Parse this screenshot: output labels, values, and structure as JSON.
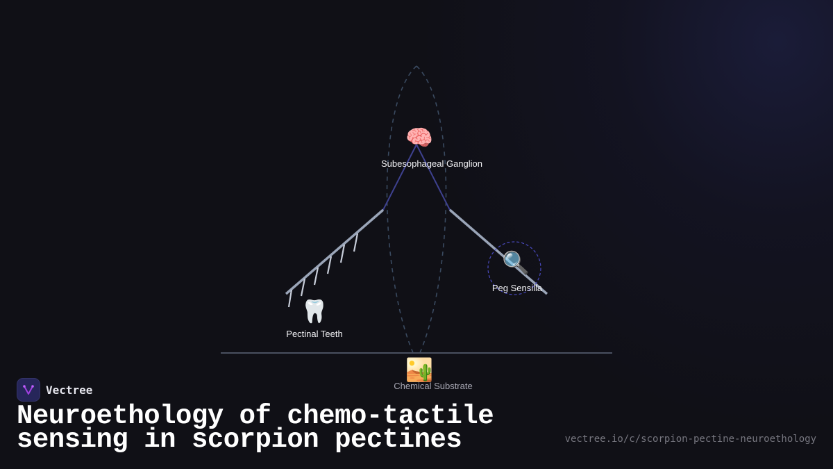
{
  "diagram": {
    "nodes": [
      {
        "id": "ganglion",
        "label": "Subesophageal Ganglion",
        "icon": "brain-icon",
        "glyph": "🧠"
      },
      {
        "id": "teeth",
        "label": "Pectinal Teeth",
        "icon": "tooth-icon",
        "glyph": "🦷"
      },
      {
        "id": "sensilla",
        "label": "Peg Sensilla",
        "icon": "magnifier-icon",
        "glyph": "🔍"
      },
      {
        "id": "substrate",
        "label": "Chemical Substrate",
        "icon": "desert-icon",
        "glyph": "🏜️"
      }
    ],
    "colors": {
      "neural_link": "#3e418f",
      "pecten_bar": "#9aa5b8",
      "ground_line": "#4a5060",
      "outline_dashed": "#3a4a60",
      "sensilla_ring": "#4a4ac0"
    }
  },
  "brand": {
    "name": "Vectree"
  },
  "title": {
    "line1": "Neuroethology of chemo-tactile",
    "line2": "sensing in scorpion pectines"
  },
  "footer": {
    "url": "vectree.io/c/scorpion-pectine-neuroethology"
  }
}
